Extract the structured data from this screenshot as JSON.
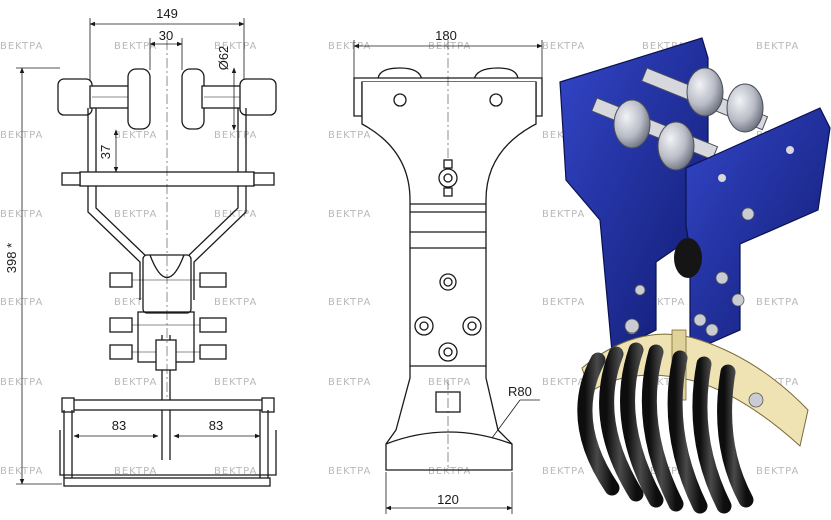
{
  "watermark": "BEKTPA",
  "dims": {
    "overall_width": "149",
    "roller_gap": "30",
    "roller_dia": "Ø62",
    "offset": "37",
    "height": "398 *",
    "left_span": "83",
    "right_span": "83",
    "plate_width": "180",
    "radius": "R80",
    "saddle_width": "120"
  },
  "colors": {
    "line": "#1a1a1a",
    "bracket_blue": "#1c2a9a",
    "roller_grey": "#b9bcc6",
    "saddle_cream": "#efe3b4",
    "cable_black": "#1b1b1b"
  }
}
